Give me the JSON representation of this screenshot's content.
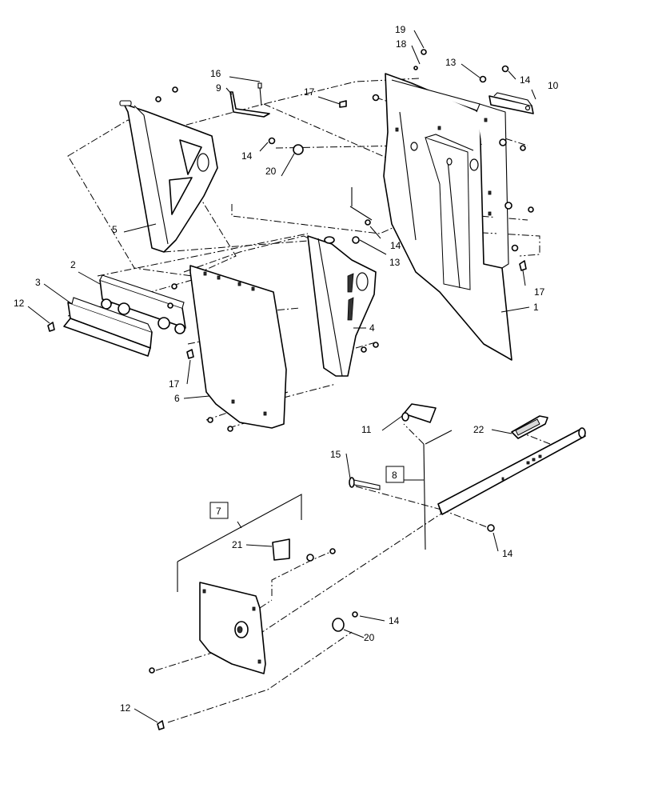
{
  "callouts": [
    {
      "id": "c1",
      "text": "1"
    },
    {
      "id": "c2",
      "text": "2"
    },
    {
      "id": "c3",
      "text": "3"
    },
    {
      "id": "c4",
      "text": "4"
    },
    {
      "id": "c5",
      "text": "5"
    },
    {
      "id": "c6",
      "text": "6"
    },
    {
      "id": "c7",
      "text": "7",
      "boxed": true
    },
    {
      "id": "c8",
      "text": "8",
      "boxed": true
    },
    {
      "id": "c9",
      "text": "9"
    },
    {
      "id": "c10",
      "text": "10"
    },
    {
      "id": "c11",
      "text": "11"
    },
    {
      "id": "c12a",
      "text": "12"
    },
    {
      "id": "c12b",
      "text": "12"
    },
    {
      "id": "c13a",
      "text": "13"
    },
    {
      "id": "c13b",
      "text": "13"
    },
    {
      "id": "c14a",
      "text": "14"
    },
    {
      "id": "c14b",
      "text": "14"
    },
    {
      "id": "c14c",
      "text": "14"
    },
    {
      "id": "c14d",
      "text": "14"
    },
    {
      "id": "c14e",
      "text": "14"
    },
    {
      "id": "c15",
      "text": "15"
    },
    {
      "id": "c16",
      "text": "16"
    },
    {
      "id": "c17a",
      "text": "17"
    },
    {
      "id": "c17b",
      "text": "17"
    },
    {
      "id": "c17c",
      "text": "17"
    },
    {
      "id": "c18",
      "text": "18"
    },
    {
      "id": "c19",
      "text": "19"
    },
    {
      "id": "c20a",
      "text": "20"
    },
    {
      "id": "c20b",
      "text": "20"
    },
    {
      "id": "c21",
      "text": "21"
    },
    {
      "id": "c22",
      "text": "22"
    }
  ]
}
